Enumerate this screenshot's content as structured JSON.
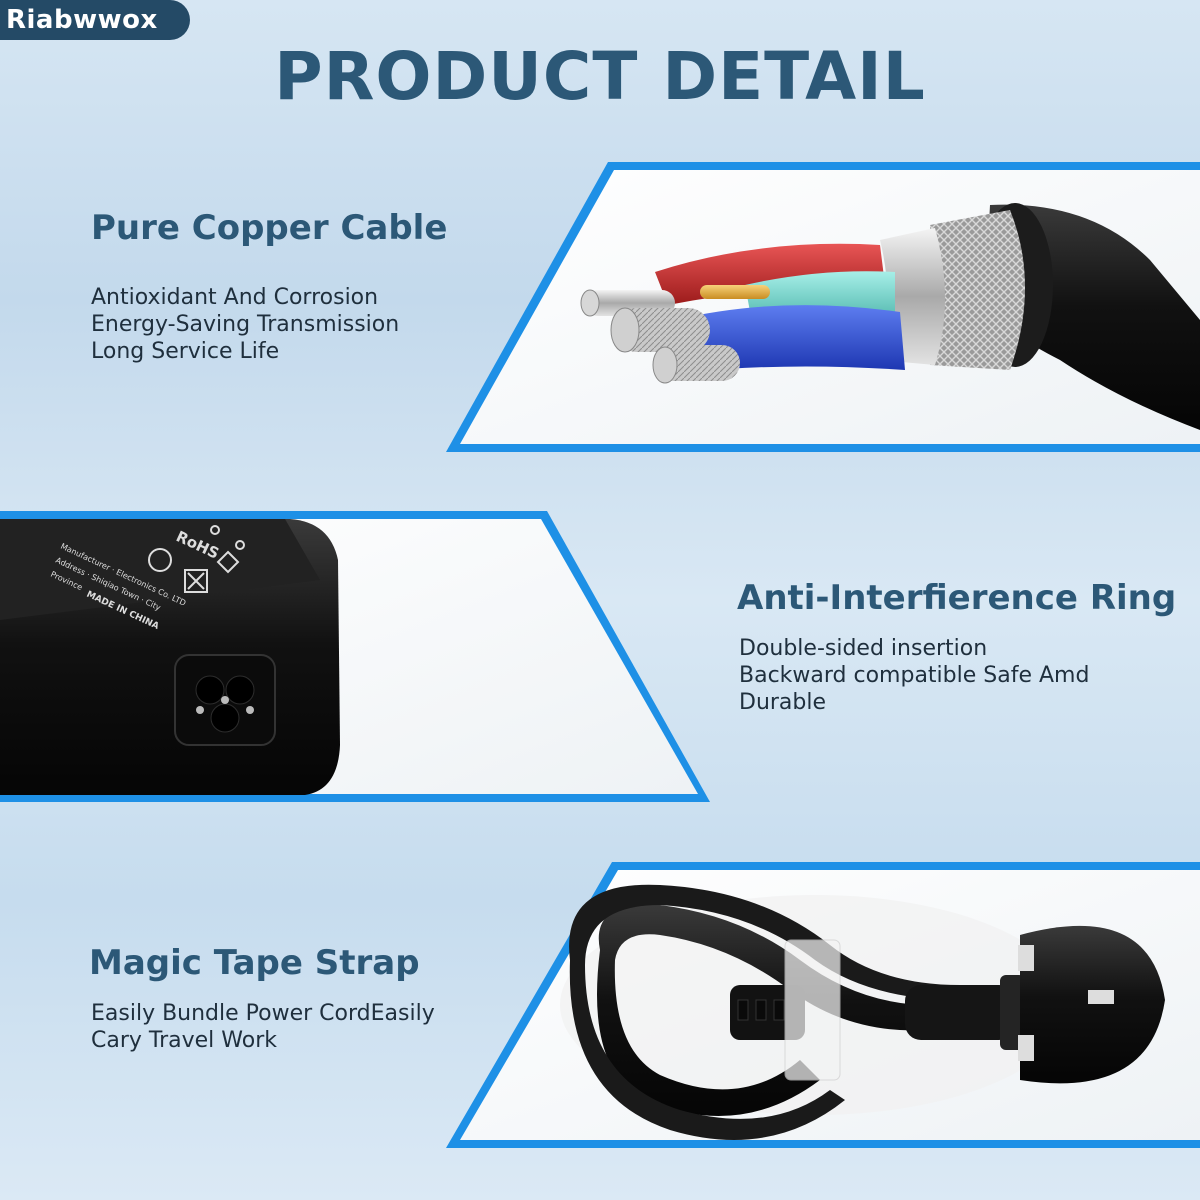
{
  "brand": {
    "name": "Riabwwox"
  },
  "title": "PRODUCT DETAIL",
  "features": [
    {
      "heading": "Pure Copper Cable",
      "lines": [
        "Antioxidant And Corrosion",
        "Energy-Saving Transmission",
        "Long Service Life"
      ]
    },
    {
      "heading": "Anti-Interfierence Ring",
      "lines": [
        "Double-sided insertion",
        "Backward compatible Safe Amd",
        "Durable"
      ]
    },
    {
      "heading": "Magic Tape Strap",
      "lines": [
        "Easily Bundle Power CordEasily",
        "Cary Travel Work"
      ]
    }
  ],
  "adapter_label": {
    "rohs": "RoHS",
    "made_in": "MADE IN CHINA"
  },
  "colors": {
    "accent_blue": "#1e90e6",
    "heading": "#2c5877",
    "brand_bg": "#244a66"
  }
}
